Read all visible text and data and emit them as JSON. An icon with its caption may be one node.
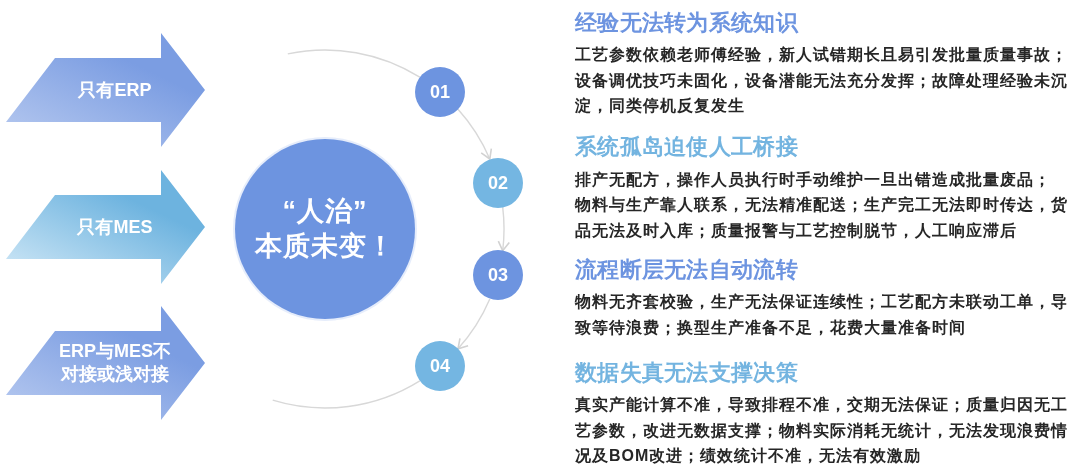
{
  "diagram": {
    "nodes": [
      {
        "text": [
          "只有ERP"
        ]
      },
      {
        "text": [
          "只有MES"
        ]
      },
      {
        "text": [
          "ERP与MES不对接或浅对接"
        ]
      },
      {
        "text": [
          "“人治”",
          "本质未变！"
        ]
      },
      {
        "text": [
          "01"
        ]
      },
      {
        "text": [
          "02"
        ]
      },
      {
        "text": [
          "03"
        ]
      },
      {
        "text": [
          "04"
        ]
      }
    ],
    "edges": [
      {
        "from": null,
        "to": 4,
        "arrow": "none"
      },
      {
        "from": 4,
        "to": 5,
        "arrow": "to"
      },
      {
        "from": 5,
        "to": 6,
        "arrow": "to"
      },
      {
        "from": 6,
        "to": 7,
        "arrow": "to"
      },
      {
        "from": 7,
        "to": null,
        "arrow": "none"
      }
    ],
    "labels": [
      "经验无法转为系统知识",
      "工艺参数依赖老师傅经验，新人试错期长且易引发批量质量事故；设备调优技巧未固化，设备潜能无法充分发挥；故障处理经验未沉淀，同类停机反复发生",
      "系统孤岛迫使人工桥接",
      "排产无配方，操作人员执行时手动维护一旦出错造成批量废品；",
      "物料与生产靠人联系，无法精准配送；生产完工无法即时传达，货品无法及时入库；质量报警与工艺控制脱节，人工响应滞后",
      "流程断层无法自动流转",
      "物料无齐套校验，生产无法保证连续性；工艺配方未联动工单，导致等待浪费；换型生产准备不足，花费大量准备时间",
      "数据失真无法支撑决策",
      "真实产能计算不准，导致排程不准，交期无法保证；质量归因无工艺参数，改进无数据支撑；物料实际消耗无统计，无法发现浪费情况及BOM改进；绩效统计不准，无法有效激励"
    ]
  }
}
